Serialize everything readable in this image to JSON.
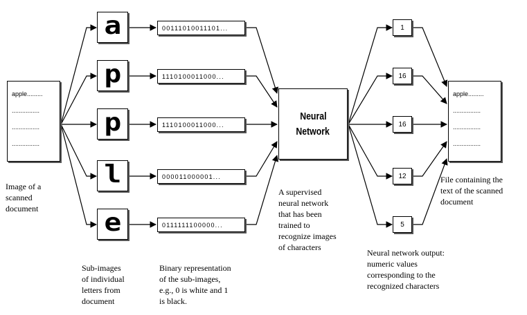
{
  "source_document": {
    "lines": [
      "apple.........",
      "................",
      "................",
      "................"
    ],
    "caption": "Image of a\nscanned\ndocument"
  },
  "sub_images": {
    "letters": [
      "a",
      "p",
      "p",
      "l",
      "e"
    ],
    "caption": "Sub-images\nof individual\nletters from\ndocument"
  },
  "binary": {
    "codes": [
      "00111010011101...",
      "1110100011000...",
      "1110100011000...",
      "000011000001...",
      "0111111100000..."
    ],
    "caption": "Binary representation\nof the sub-images,\ne.g., 0 is white and 1\nis black."
  },
  "neural_network": {
    "label_line1": "Neural",
    "label_line2": "Network",
    "caption": "A supervised\nneural network\nthat has been\ntrained to\nrecognize images\nof characters"
  },
  "outputs": {
    "values": [
      "1",
      "16",
      "16",
      "12",
      "5"
    ],
    "caption": "Neural network output:\nnumeric values\ncorresponding to the\nrecognized characters"
  },
  "result_file": {
    "lines": [
      "apple.........",
      "................",
      "................",
      "................"
    ],
    "caption": "File containing the\ntext of the scanned\ndocument"
  }
}
